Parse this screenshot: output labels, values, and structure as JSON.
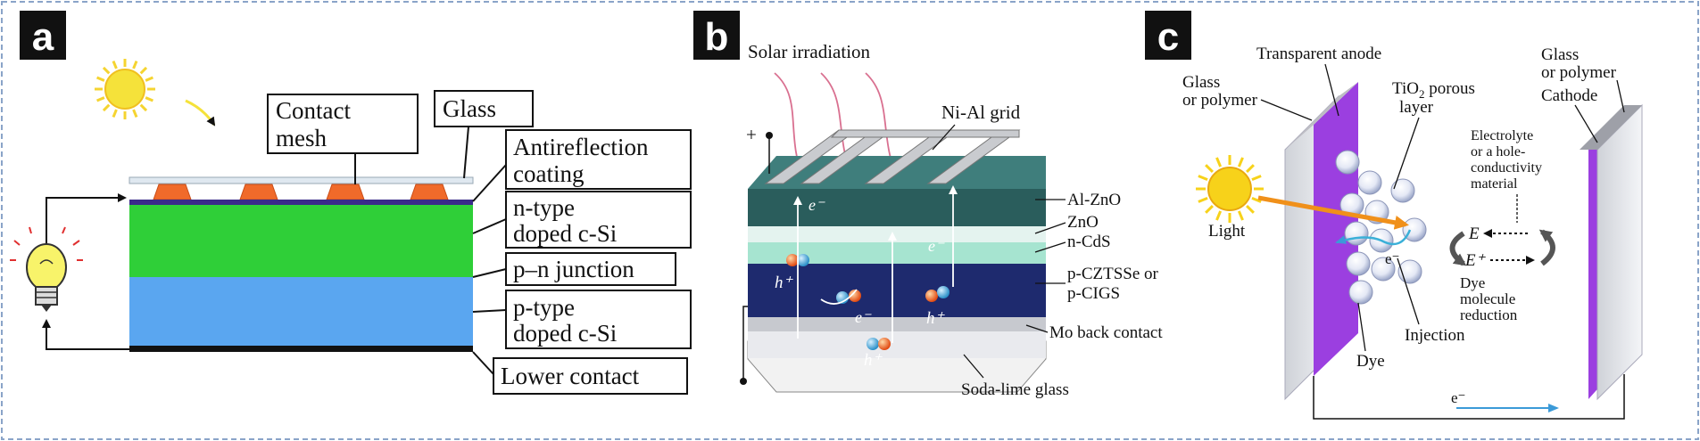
{
  "panels": {
    "a": {
      "letter": "a",
      "labels": {
        "contact_line1": "Contact",
        "contact_line2": "mesh",
        "glass": "Glass",
        "antireflection_line1": "Antireflection",
        "antireflection_line2": "coating",
        "ntype_line1": "n-type",
        "ntype_line2": "doped c-Si",
        "pn_junction": "p–n junction",
        "ptype_line1": "p-type",
        "ptype_line2": "doped c-Si",
        "lower_contact": "Lower contact"
      },
      "colors": {
        "n_layer": "#2fcf38",
        "p_layer": "#5aa6f0",
        "contact": "#f06a2a",
        "bottom": "#111111",
        "sun": "#f5e23a"
      }
    },
    "b": {
      "letter": "b",
      "labels": {
        "solar_irradiation": "Solar irradiation",
        "nial_grid": "Ni-Al grid",
        "alzno": "Al-ZnO",
        "zno": "ZnO",
        "ncds": "n-CdS",
        "pczts_line1": "p-CZTSSe or",
        "pczts_line2": "p-CIGS",
        "mo_back": "Mo back contact",
        "soda_lime": "Soda-lime glass",
        "plus": "+",
        "e_minus": "e⁻",
        "h_plus": "h⁺"
      }
    },
    "c": {
      "letter": "c",
      "labels": {
        "transparent_anode": "Transparent anode",
        "glass_left_line1": "Glass",
        "glass_left_line2": "or polymer",
        "glass_right_line1": "Glass",
        "glass_right_line2": "or polymer",
        "tio2_line1": "TiO",
        "tio2_sub": "2",
        "tio2_line1b": " porous",
        "tio2_line2": "layer",
        "cathode": "Cathode",
        "electrolyte_line1": "Electrolyte",
        "electrolyte_line2": "or a hole-",
        "electrolyte_line3": "conductivity",
        "electrolyte_line4": "material",
        "light": "Light",
        "e_label": "E",
        "e_plus_label": "E⁺",
        "e_minus": "e⁻",
        "dye_red_line1": "Dye",
        "dye_red_line2": "molecule",
        "dye_red_line3": "reduction",
        "injection": "Injection",
        "dye": "Dye",
        "e_bottom": "e⁻"
      },
      "colors": {
        "anode": "#9b3fe0",
        "sun": "#f7d21a",
        "arrow_light": "#f0901a"
      }
    }
  }
}
